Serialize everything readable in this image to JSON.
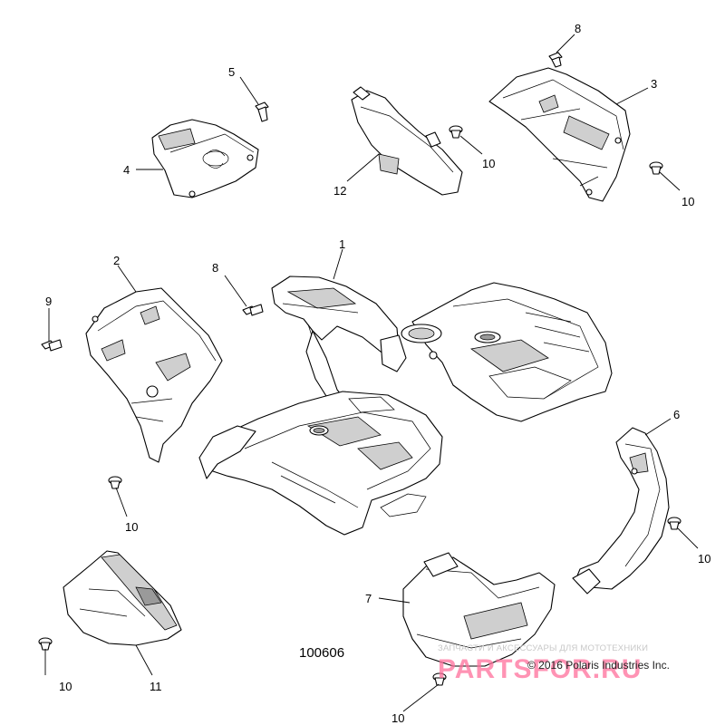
{
  "diagram": {
    "id_label": "100606",
    "copyright": "© 2016 Polaris Industries Inc.",
    "watermark": {
      "top_text": "ЗАПЧАСТИ И АКСЕССУАРЫ ДЛЯ МОТОТЕХНИКИ",
      "logo_text": "PARTSFOR.RU",
      "logo_color": "#ff6f9c"
    },
    "callouts": [
      {
        "name": "callout-1",
        "label": "1"
      },
      {
        "name": "callout-2",
        "label": "2"
      },
      {
        "name": "callout-3",
        "label": "3"
      },
      {
        "name": "callout-4",
        "label": "4"
      },
      {
        "name": "callout-5",
        "label": "5"
      },
      {
        "name": "callout-6",
        "label": "6"
      },
      {
        "name": "callout-7",
        "label": "7"
      },
      {
        "name": "callout-8-top",
        "label": "8"
      },
      {
        "name": "callout-8-mid",
        "label": "8"
      },
      {
        "name": "callout-9",
        "label": "9"
      },
      {
        "name": "callout-10-a",
        "label": "10"
      },
      {
        "name": "callout-10-b",
        "label": "10"
      },
      {
        "name": "callout-10-c",
        "label": "10"
      },
      {
        "name": "callout-10-d",
        "label": "10"
      },
      {
        "name": "callout-10-e",
        "label": "10"
      },
      {
        "name": "callout-10-f",
        "label": "10"
      },
      {
        "name": "callout-11",
        "label": "11"
      },
      {
        "name": "callout-12",
        "label": "12"
      }
    ]
  }
}
